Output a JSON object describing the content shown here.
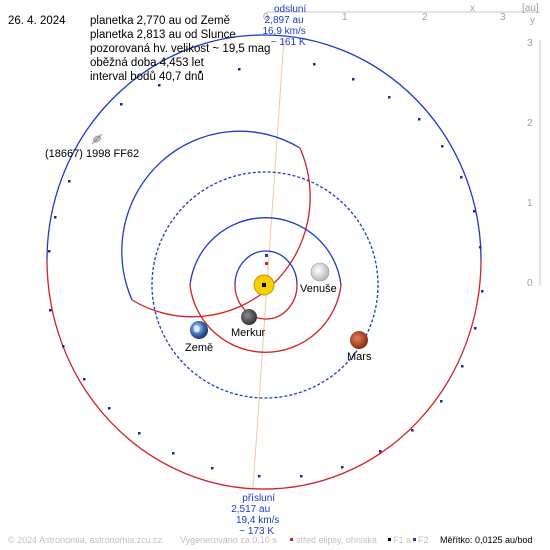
{
  "date": "26. 4. 2024",
  "info_lines": [
    "planetka 2,770 au od Země",
    "planetka 2,813 au od Slunce",
    "pozorovaná hv. velikost ~ 19,5 mag",
    "oběžná doba 4,453 let",
    "interval bodů 40,7 dnů"
  ],
  "asteroid_label": "(18667) 1998 FF62",
  "aphelion": {
    "title": "odsluní",
    "distance": "2,897 au",
    "speed": "16,9 km/s",
    "temp": "~ 161 K"
  },
  "perihelion": {
    "title": "přísluní",
    "distance": "2,517 au",
    "speed": "19,4 km/s",
    "temp": "~ 173 K"
  },
  "planets": {
    "venus": "Venuše",
    "mercury": "Merkur",
    "earth": "Země",
    "mars": "Mars"
  },
  "axis": {
    "x_ticks": [
      "0",
      "1",
      "2",
      "3"
    ],
    "x_letter": "x",
    "unit": "[au]",
    "y_letter": "y",
    "y_ticks": [
      "3",
      "2",
      "1",
      "0"
    ]
  },
  "footer": {
    "copyright": "© 2024 Astronomia, astronomia.zcu.cz",
    "generated": "Vygenerováno za 0,10 s",
    "legend_center": "střed elipsy, ohniska",
    "legend_f1": "F1 a",
    "legend_f2": "F2",
    "scale": "Měřítko: 0,0125 au/bod"
  },
  "colors": {
    "orbit_blue": "#1a3cc8",
    "orbit_red": "#d42020",
    "apsis_line": "#f0c8a8",
    "sun": "#f5d000"
  }
}
